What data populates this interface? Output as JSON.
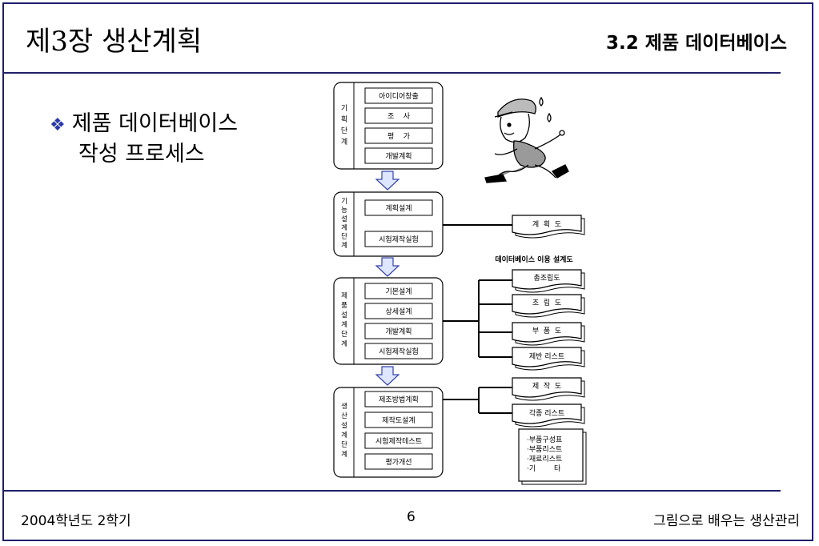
{
  "header": {
    "title": "제3장 생산계획",
    "section": "3.2 제품 데이터베이스"
  },
  "bullet": {
    "symbol": "❖",
    "line1": "제품 데이터베이스",
    "line2": "작성 프로세스"
  },
  "footer": {
    "left": "2004학년도 2학기",
    "page": "6",
    "right": "그림으로 배우는 생산관리"
  },
  "diagram": {
    "stages": [
      {
        "label": [
          "기",
          "획",
          "단",
          "계"
        ],
        "steps": [
          "아이디어창출",
          "조    사",
          "평    가",
          "개발계획"
        ]
      },
      {
        "label": [
          "기",
          "능",
          "설",
          "계",
          "단",
          "계"
        ],
        "steps": [
          "계획설계",
          "시험제작실험"
        ]
      },
      {
        "label": [
          "제",
          "품",
          "설",
          "계",
          "단",
          "계"
        ],
        "steps": [
          "기본설계",
          "상세설계",
          "개발계획",
          "시험제작실험"
        ]
      },
      {
        "label": [
          "생",
          "산",
          "설",
          "계",
          "단",
          "계"
        ],
        "steps": [
          "제조방법계획",
          "제작도설계",
          "시험제작테스트",
          "평가개선"
        ]
      }
    ],
    "docs": {
      "plan": "계  획  도",
      "caption": "데이터베이스 이용 설계도",
      "assembly_total": "총조립도",
      "assembly": "조  립  도",
      "parts": "부  품  도",
      "misc_list": "제반 리스트",
      "production": "제  작  도",
      "various_list": "각종 리스트",
      "list_items": [
        "·부품구성표",
        "·부품리스트",
        "·재료리스트",
        "·기        타"
      ]
    }
  },
  "colors": {
    "frame": "#1f1f6b",
    "arrow_fill": "#dfe6ff",
    "arrow_stroke": "#3344aa",
    "bullet": "#2b3aa8"
  }
}
